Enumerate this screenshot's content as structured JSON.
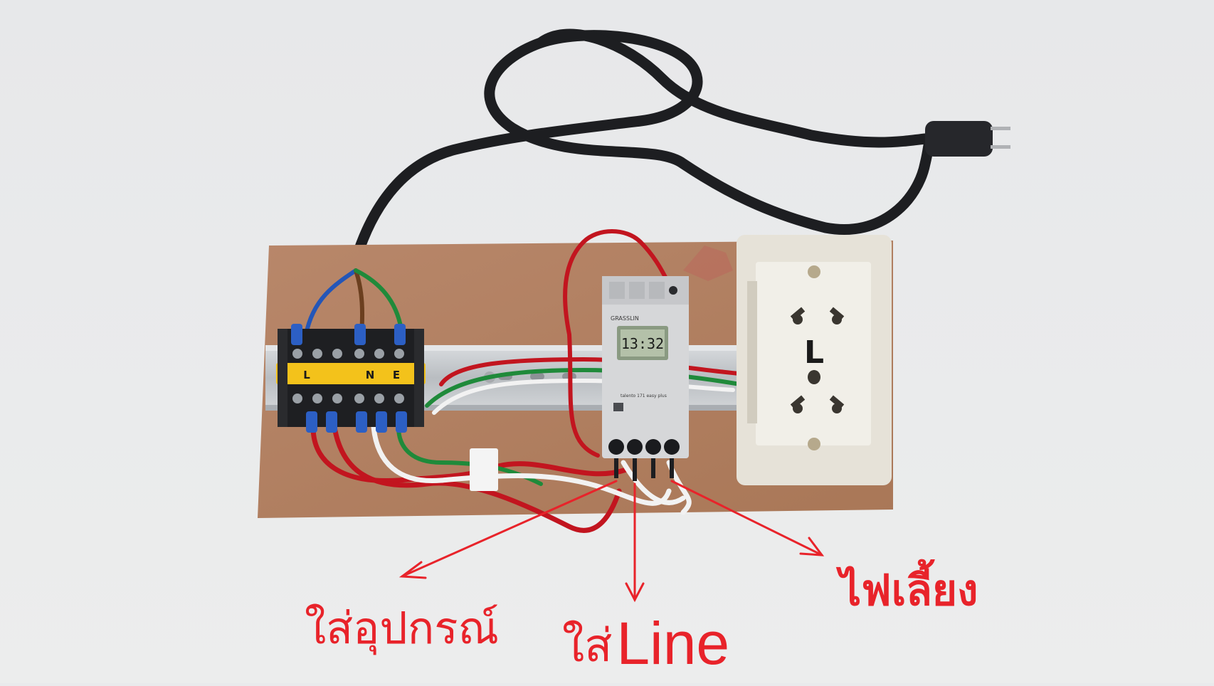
{
  "photo": {
    "terminal_strip_labels": [
      "L",
      "N",
      "E"
    ],
    "timer_display": "13:32",
    "timer_brand": "GRASSLIN",
    "timer_model": "talento 171 easy plus",
    "socket_mark": "L"
  },
  "annotations": {
    "device_output": "ใส่อุปกรณ์",
    "line_input_prefix": "ใส่",
    "line_input_word": "Line",
    "power_supply": "ไฟเลี้ยง"
  },
  "colors": {
    "annotation_red": "#e8232a",
    "background": "#e9eaec",
    "board": "#b07d5c",
    "din_rail": "#c9ccd0",
    "terminal_label_yellow": "#f3c21b",
    "wire_red": "#c2151f",
    "wire_blue": "#2356b8",
    "wire_green": "#1f8a3a",
    "cable_black": "#1d1e21"
  }
}
